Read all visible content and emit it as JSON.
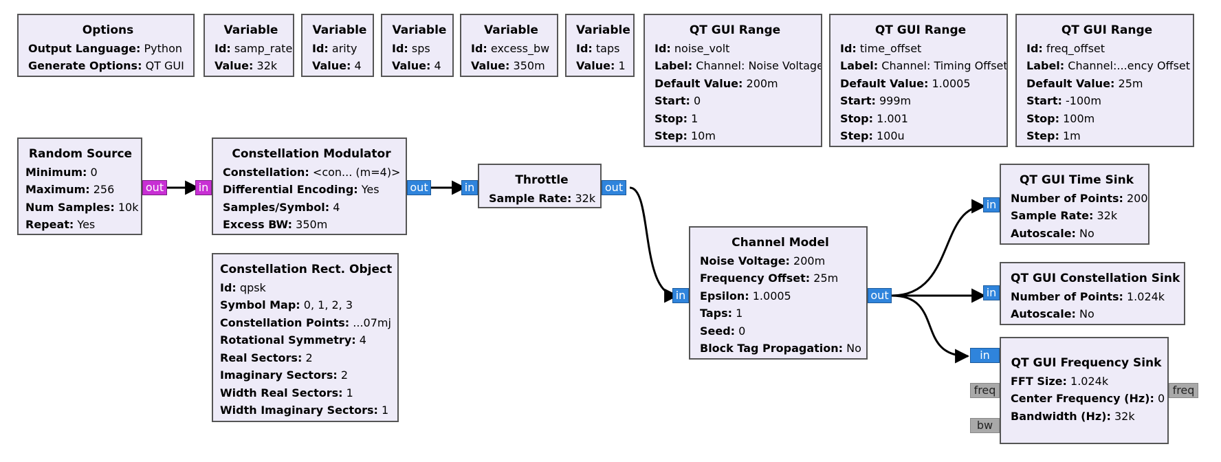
{
  "options": {
    "title": "Options",
    "params": [
      {
        "k": "Output Language:",
        "v": "Python"
      },
      {
        "k": "Generate Options:",
        "v": "QT GUI"
      }
    ]
  },
  "variables": [
    {
      "title": "Variable",
      "params": [
        {
          "k": "Id:",
          "v": "samp_rate"
        },
        {
          "k": "Value:",
          "v": "32k"
        }
      ]
    },
    {
      "title": "Variable",
      "params": [
        {
          "k": "Id:",
          "v": "arity"
        },
        {
          "k": "Value:",
          "v": "4"
        }
      ]
    },
    {
      "title": "Variable",
      "params": [
        {
          "k": "Id:",
          "v": "sps"
        },
        {
          "k": "Value:",
          "v": "4"
        }
      ]
    },
    {
      "title": "Variable",
      "params": [
        {
          "k": "Id:",
          "v": "excess_bw"
        },
        {
          "k": "Value:",
          "v": "350m"
        }
      ]
    },
    {
      "title": "Variable",
      "params": [
        {
          "k": "Id:",
          "v": "taps"
        },
        {
          "k": "Value:",
          "v": "1"
        }
      ]
    }
  ],
  "ranges": [
    {
      "title": "QT GUI Range",
      "params": [
        {
          "k": "Id:",
          "v": "noise_volt"
        },
        {
          "k": "Label:",
          "v": "Channel: Noise Voltage"
        },
        {
          "k": "Default Value:",
          "v": "200m"
        },
        {
          "k": "Start:",
          "v": "0"
        },
        {
          "k": "Stop:",
          "v": "1"
        },
        {
          "k": "Step:",
          "v": "10m"
        }
      ]
    },
    {
      "title": "QT GUI Range",
      "params": [
        {
          "k": "Id:",
          "v": "time_offset"
        },
        {
          "k": "Label:",
          "v": "Channel: Timing Offset"
        },
        {
          "k": "Default Value:",
          "v": "1.0005"
        },
        {
          "k": "Start:",
          "v": "999m"
        },
        {
          "k": "Stop:",
          "v": "1.001"
        },
        {
          "k": "Step:",
          "v": "100u"
        }
      ]
    },
    {
      "title": "QT GUI Range",
      "params": [
        {
          "k": "Id:",
          "v": "freq_offset"
        },
        {
          "k": "Label:",
          "v": "Channel:...ency Offset"
        },
        {
          "k": "Default Value:",
          "v": "25m"
        },
        {
          "k": "Start:",
          "v": "-100m"
        },
        {
          "k": "Stop:",
          "v": "100m"
        },
        {
          "k": "Step:",
          "v": "1m"
        }
      ]
    }
  ],
  "random_source": {
    "title": "Random Source",
    "params": [
      {
        "k": "Minimum:",
        "v": "0"
      },
      {
        "k": "Maximum:",
        "v": "256"
      },
      {
        "k": "Num Samples:",
        "v": "10k"
      },
      {
        "k": "Repeat:",
        "v": "Yes"
      }
    ]
  },
  "const_mod": {
    "title": "Constellation Modulator",
    "params": [
      {
        "k": "Constellation:",
        "v": "<con... (m=4)>"
      },
      {
        "k": "Differential Encoding:",
        "v": "Yes"
      },
      {
        "k": "Samples/Symbol:",
        "v": "4"
      },
      {
        "k": "Excess BW:",
        "v": "350m"
      }
    ]
  },
  "throttle": {
    "title": "Throttle",
    "params": [
      {
        "k": "Sample Rate:",
        "v": "32k"
      }
    ]
  },
  "const_rect": {
    "title": "Constellation Rect. Object",
    "params": [
      {
        "k": "Id:",
        "v": "qpsk"
      },
      {
        "k": "Symbol Map:",
        "v": "0, 1, 2, 3"
      },
      {
        "k": "Constellation Points:",
        "v": "...07mj"
      },
      {
        "k": "Rotational Symmetry:",
        "v": "4"
      },
      {
        "k": "Real Sectors:",
        "v": "2"
      },
      {
        "k": "Imaginary Sectors:",
        "v": "2"
      },
      {
        "k": "Width Real Sectors:",
        "v": "1"
      },
      {
        "k": "Width Imaginary Sectors:",
        "v": "1"
      }
    ]
  },
  "channel_model": {
    "title": "Channel Model",
    "params": [
      {
        "k": "Noise Voltage:",
        "v": "200m"
      },
      {
        "k": "Frequency Offset:",
        "v": "25m"
      },
      {
        "k": "Epsilon:",
        "v": "1.0005"
      },
      {
        "k": "Taps:",
        "v": "1"
      },
      {
        "k": "Seed:",
        "v": "0"
      },
      {
        "k": "Block Tag Propagation:",
        "v": "No"
      }
    ]
  },
  "time_sink": {
    "title": "QT GUI Time Sink",
    "params": [
      {
        "k": "Number of Points:",
        "v": "200"
      },
      {
        "k": "Sample Rate:",
        "v": "32k"
      },
      {
        "k": "Autoscale:",
        "v": "No"
      }
    ]
  },
  "const_sink": {
    "title": "QT GUI Constellation Sink",
    "params": [
      {
        "k": "Number of Points:",
        "v": "1.024k"
      },
      {
        "k": "Autoscale:",
        "v": "No"
      }
    ]
  },
  "freq_sink": {
    "title": "QT GUI Frequency Sink",
    "params": [
      {
        "k": "FFT Size:",
        "v": "1.024k"
      },
      {
        "k": "Center Frequency (Hz):",
        "v": "0"
      },
      {
        "k": "Bandwidth (Hz):",
        "v": "32k"
      }
    ]
  },
  "ports": {
    "out": "out",
    "in": "in",
    "freq": "freq",
    "bw": "bw"
  },
  "colors": {
    "byte_port": "#c82fd4",
    "complex_port": "#2f84dc",
    "message_port": "#a9a9a9",
    "block_fill": "#eeebf8",
    "block_border": "#555555"
  }
}
